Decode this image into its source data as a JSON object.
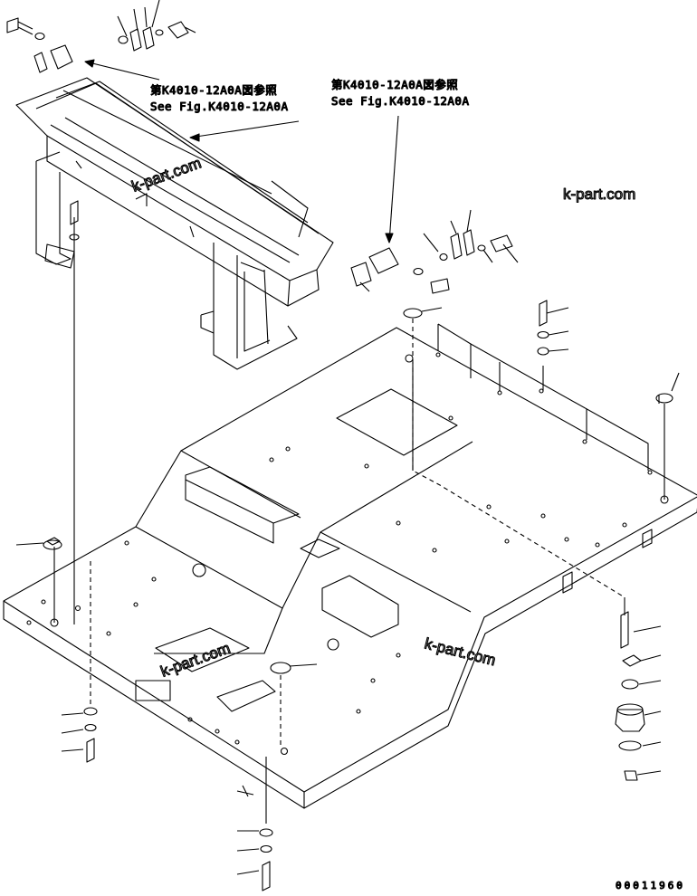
{
  "references": {
    "left": {
      "jp": "第K4010-12A0A図参照",
      "en": "See Fig.K4010-12A0A"
    },
    "right": {
      "jp": "第K4010-12A0A図参照",
      "en": "See Fig.K4010-12A0A"
    }
  },
  "watermarks": [
    "k-part.com",
    "k-part.com",
    "k-part.com",
    "k-part.com"
  ],
  "drawing_number": "00011960"
}
